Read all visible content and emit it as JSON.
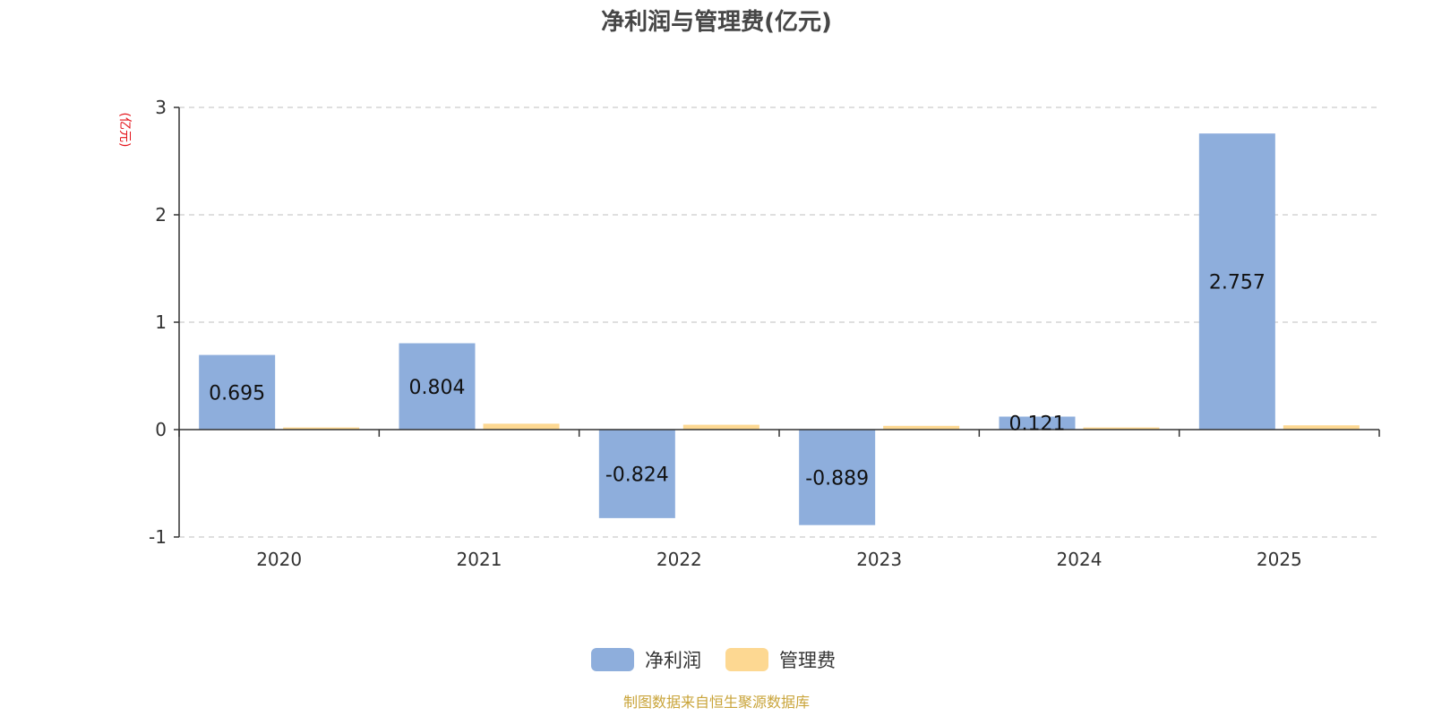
{
  "chart_data": {
    "type": "bar",
    "title": "净利润与管理费(亿元)",
    "unit_label": "(亿元)",
    "categories": [
      "2020",
      "2021",
      "2022",
      "2023",
      "2024",
      "2025"
    ],
    "series": [
      {
        "name": "净利润",
        "values": [
          0.695,
          0.804,
          -0.824,
          -0.889,
          0.121,
          2.757
        ],
        "color": "#8eaedc",
        "show_labels": true
      },
      {
        "name": "管理费",
        "values": [
          0.02,
          0.055,
          0.045,
          0.035,
          0.02,
          0.04
        ],
        "color": "#fdd892",
        "show_labels": false
      }
    ],
    "ylim": [
      -1,
      3
    ],
    "yticks": [
      -1,
      0,
      1,
      2,
      3
    ],
    "grid": true,
    "legend": "bottom-center",
    "source": "制图数据来自恒生聚源数据库"
  }
}
